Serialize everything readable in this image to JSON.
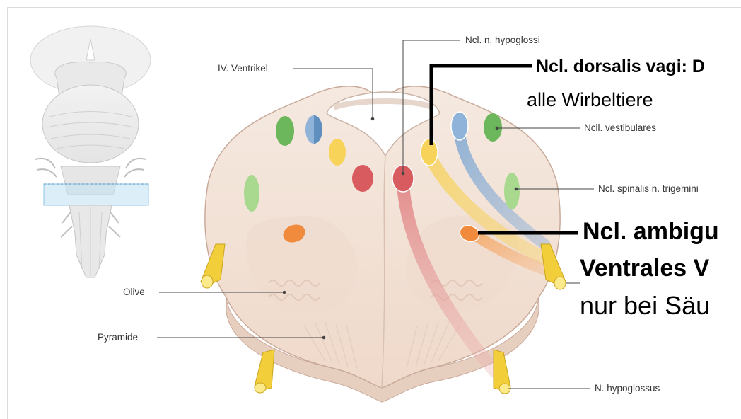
{
  "labels": {
    "hypoglossi": "Ncl. n. hypoglossi",
    "ventrikel": "IV. Ventrikel",
    "vestibulares": "Ncll. vestibulares",
    "trigemini": "Ncl. spinalis n. trigemini",
    "olive": "Olive",
    "pyramide": "Pyramide",
    "hypoglossus": "N. hypoglossus"
  },
  "callouts": {
    "dorsalis": "Ncl. dorsalis vagi: D",
    "dorsalis_sub": "alle Wirbeltiere",
    "ambiguus": "Ncl. ambigu",
    "ventrales": "Ventrales V",
    "saeuger": "nur bei Säu"
  },
  "colors": {
    "tissue": "#f3e4da",
    "tissue_dark": "#e8d2c2",
    "green": "#6bb55a",
    "light_green": "#a9d98f",
    "blue": "#8fb3d9",
    "yellow": "#f7d35a",
    "red": "#d85b5f",
    "orange": "#f08a3c",
    "nerve": "#f2cf3a"
  }
}
